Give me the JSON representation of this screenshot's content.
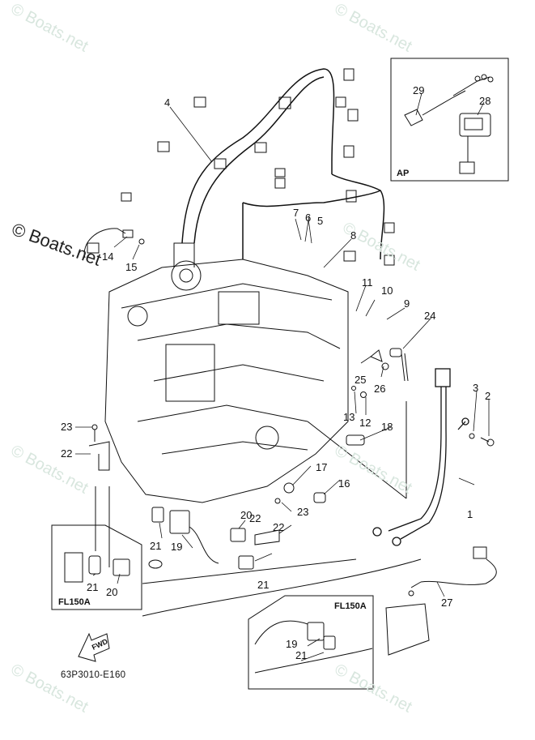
{
  "diagram": {
    "title": "Yamaha Outboard Electrical Parts Diagram",
    "drawing_code": "63P3010-E160",
    "fwd_label": "FWD",
    "watermark": "© Boats.net",
    "insets": [
      {
        "label": "AP",
        "callouts": [
          "28",
          "29"
        ]
      },
      {
        "label": "FL150A",
        "callouts": [
          "20",
          "21"
        ]
      },
      {
        "label": "FL150A",
        "callouts": [
          "19",
          "21"
        ]
      }
    ],
    "callouts": [
      {
        "id": "1",
        "label": "1"
      },
      {
        "id": "2",
        "label": "2"
      },
      {
        "id": "3",
        "label": "3"
      },
      {
        "id": "4",
        "label": "4"
      },
      {
        "id": "5",
        "label": "5"
      },
      {
        "id": "6",
        "label": "6"
      },
      {
        "id": "7",
        "label": "7"
      },
      {
        "id": "8",
        "label": "8"
      },
      {
        "id": "9",
        "label": "9"
      },
      {
        "id": "10",
        "label": "10"
      },
      {
        "id": "11",
        "label": "11"
      },
      {
        "id": "12",
        "label": "12"
      },
      {
        "id": "13",
        "label": "13"
      },
      {
        "id": "14",
        "label": "14"
      },
      {
        "id": "15",
        "label": "15"
      },
      {
        "id": "16",
        "label": "16"
      },
      {
        "id": "17",
        "label": "17"
      },
      {
        "id": "18",
        "label": "18"
      },
      {
        "id": "19",
        "label": "19"
      },
      {
        "id": "20",
        "label": "20"
      },
      {
        "id": "21",
        "label": "21"
      },
      {
        "id": "22",
        "label": "22"
      },
      {
        "id": "23",
        "label": "23"
      },
      {
        "id": "24",
        "label": "24"
      },
      {
        "id": "25",
        "label": "25"
      },
      {
        "id": "26",
        "label": "26"
      },
      {
        "id": "27",
        "label": "27"
      },
      {
        "id": "28",
        "label": "28"
      },
      {
        "id": "29",
        "label": "29"
      }
    ]
  }
}
